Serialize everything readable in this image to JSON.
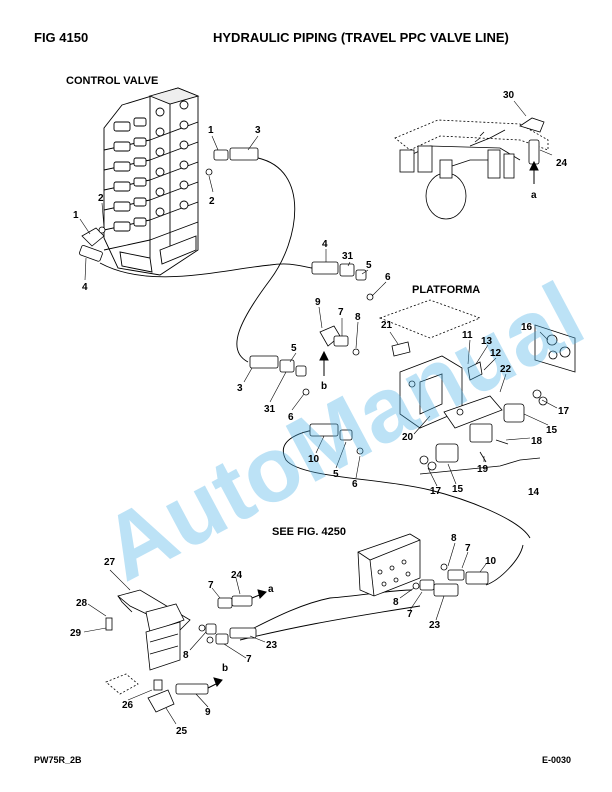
{
  "header": {
    "fig": "FIG   4150",
    "title": "HYDRAULIC PIPING (TRAVEL PPC VALVE LINE)"
  },
  "labels": {
    "control_valve": "CONTROL VALVE",
    "platforma": "PLATFORMA",
    "see_fig": "SEE FIG. 4250"
  },
  "watermark": "AutoManual",
  "footer": {
    "left": "PW75R_2B",
    "right": "E-0030"
  },
  "callouts": {
    "c1a": "1",
    "c3a": "3",
    "c2a": "2",
    "c2b": "2",
    "c1b": "1",
    "c4a": "4",
    "c30": "30",
    "c24a": "24",
    "ca1": "a",
    "c4b": "4",
    "c31a": "31",
    "c5a": "5",
    "c6a": "6",
    "c9a": "9",
    "c7a": "7",
    "c8a": "8",
    "cb1": "b",
    "c21": "21",
    "c11": "11",
    "c13": "13",
    "c12": "12",
    "c16": "16",
    "c22": "22",
    "c5b": "5",
    "c3b": "3",
    "c31b": "31",
    "c6b": "6",
    "c20": "20",
    "c17a": "17",
    "c15a": "15",
    "c18": "18",
    "c19": "19",
    "c10a": "10",
    "c5c": "5",
    "c6c": "6",
    "c17b": "17",
    "c15b": "15",
    "c14": "14",
    "c8b": "8",
    "c7b": "7",
    "c10b": "10",
    "c8c": "8",
    "c7c": "7",
    "c23a": "23",
    "c27": "27",
    "c7d": "7",
    "c24b": "24",
    "ca2": "a",
    "c28": "28",
    "c29": "29",
    "c8d": "8",
    "c7e": "7",
    "c23b": "23",
    "cb2": "b",
    "c26": "26",
    "c9b": "9",
    "c25": "25"
  }
}
